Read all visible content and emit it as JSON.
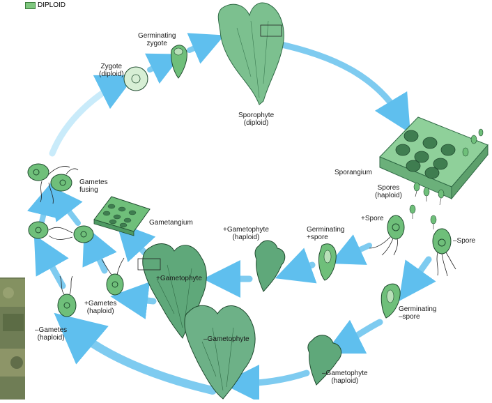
{
  "legend": {
    "label": "DIPLOID",
    "color": "#7fc77f"
  },
  "colors": {
    "arrow": "#7ecbf0",
    "arrow_light": "#c9ebfa",
    "cell": "#6fbf7a",
    "cell_dark": "#2e6b3a",
    "thallus": "#5fa87a",
    "thallus_light": "#8ccc9c",
    "rock": "#7a8a5a"
  },
  "labels": {
    "germinating_zygote": "Germinating\nzygote",
    "zygote": "Zygote\n(diploid)",
    "sporophyte": "Sporophyte\n(diploid)",
    "sporangium": "Sporangium",
    "spores": "Spores\n(haploid)",
    "plus_spore": "+Spore",
    "minus_spore": "–Spore",
    "germinating_plus_spore": "Germinating\n+spore",
    "germinating_minus_spore": "Germinating\n–spore",
    "plus_gametophyte_haploid": "+Gametophyte\n(haploid)",
    "minus_gametophyte_haploid": "–Gametophyte\n(haploid)",
    "plus_gametophyte": "+Gametophyte",
    "minus_gametophyte": "–Gametophyte",
    "gametangium": "Gametangium",
    "gametes_fusing": "Gametes\nfusing",
    "plus_gametes": "+Gametes\n(haploid)",
    "minus_gametes": "–Gametes\n(haploid)"
  }
}
